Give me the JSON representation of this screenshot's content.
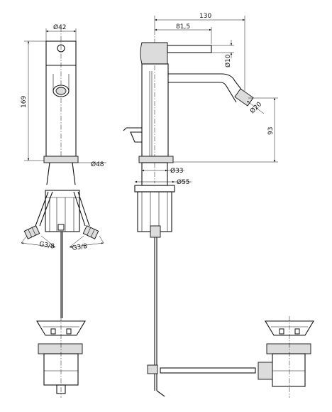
{
  "dimensions": {
    "body_diameter": "Ø42",
    "body_height": "169",
    "base_diameter": "Ø48",
    "hose_thread_left": "G3/8",
    "hose_thread_right": "G3/8",
    "total_projection": "130",
    "handle_length": "81,5",
    "handle_diameter": "Ø10",
    "spout_outlet_diameter": "Ø20",
    "spout_height": "93",
    "hole_diameter": "Ø33",
    "plate_diameter": "Ø55"
  }
}
